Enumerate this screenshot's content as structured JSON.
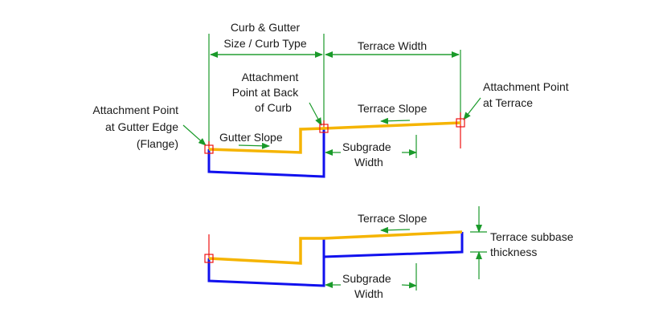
{
  "top": {
    "curb_gutter": [
      "Curb & Gutter",
      "Size / Curb Type"
    ],
    "terrace_width": "Terrace Width",
    "attach_back_curb": [
      "Attachment",
      "Point at Back",
      "of Curb"
    ],
    "attach_gutter_edge": [
      "Attachment Point",
      "at Gutter Edge",
      "(Flange)"
    ],
    "attach_terrace": [
      "Attachment Point",
      "at Terrace"
    ],
    "gutter_slope": "Gutter Slope",
    "terrace_slope": "Terrace Slope",
    "subgrade_width": [
      "Subgrade",
      "Width"
    ]
  },
  "bottom": {
    "terrace_slope": "Terrace Slope",
    "terrace_subbase": [
      "Terrace subbase",
      "thickness"
    ],
    "subgrade_width": [
      "Subgrade",
      "Width"
    ]
  },
  "colors": {
    "dimension": "#1a9a2a",
    "attachment": "#ee1111",
    "surface": "#f5b400",
    "subgrade": "#1111ee"
  }
}
